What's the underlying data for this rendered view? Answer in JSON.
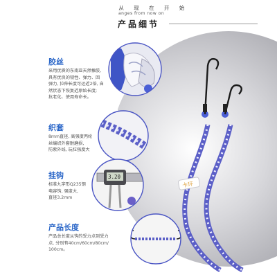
{
  "header": {
    "tagline_cn": "改 变 从 现 在 开 始",
    "tagline_en": "changes from now on",
    "title": "产品细节"
  },
  "sections": [
    {
      "title": "胶丝",
      "lines": [
        "采用优质的东南亚天然橡胶,",
        "具有优良的韧性、弹力、回",
        "弹力, 拉伸长度可达近2倍, 自",
        "然状态下恢复近原始长度;",
        "抗老化、使用寿命长。"
      ]
    },
    {
      "title": "织套",
      "lines": [
        "8mm直径, 高强度丙纶",
        "丝编织外套耐磨损,",
        "防紫外线, 玩拉强度大"
      ]
    },
    {
      "title": "挂钩",
      "lines": [
        "标准九字形Q235钢",
        "电容钩, 强度大,",
        "直径3.2mm"
      ]
    },
    {
      "title": "产品长度",
      "lines": [
        "产品总长度从钩的受力点到受力",
        "点, 分别有40cm/60cm/80cm/",
        "100cm。"
      ]
    }
  ],
  "caliper": {
    "reading": "3.20"
  },
  "tag": {
    "text": "卡环"
  },
  "colors": {
    "accent": "#2a66c8",
    "cord_blue": "#5b5fc7",
    "cord_white": "#f2f2ff",
    "arc_grey": "#bfbfc4",
    "hook_black": "#1b1b1b"
  }
}
